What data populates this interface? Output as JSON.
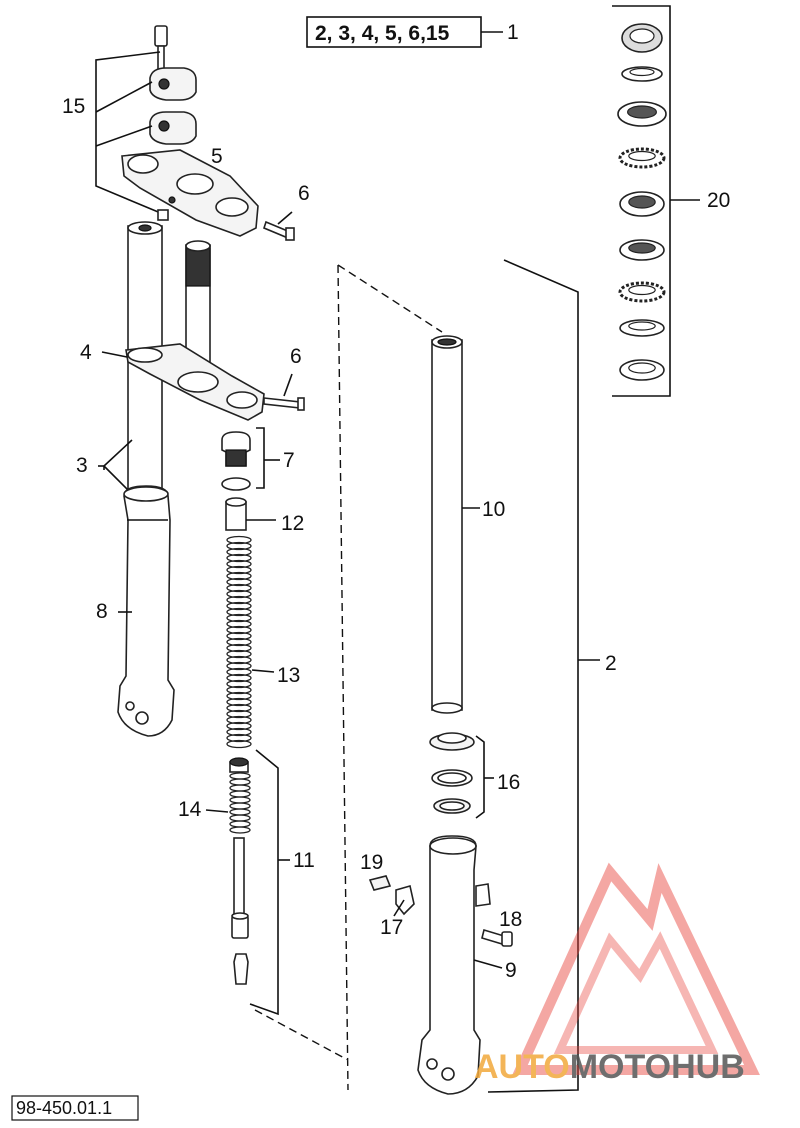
{
  "header_ref": {
    "text": "2, 3, 4, 5, 6,15",
    "target": "1"
  },
  "callouts": {
    "c1": "1",
    "c2": "2",
    "c3": "3",
    "c4": "4",
    "c5": "5",
    "c6a": "6",
    "c6b": "6",
    "c7": "7",
    "c8": "8",
    "c9": "9",
    "c10": "10",
    "c11": "11",
    "c12": "12",
    "c13": "13",
    "c14": "14",
    "c15": "15",
    "c16": "16",
    "c17": "17",
    "c18": "18",
    "c19": "19",
    "c20": "20"
  },
  "drawing_code": "98-450.01.1",
  "watermark": {
    "part1": "AUTO",
    "part2": "MOTO",
    "part3": "HUB",
    "color_accent": "#f2a93b",
    "color_dark": "#555555",
    "color_logo": "#e8413a"
  }
}
